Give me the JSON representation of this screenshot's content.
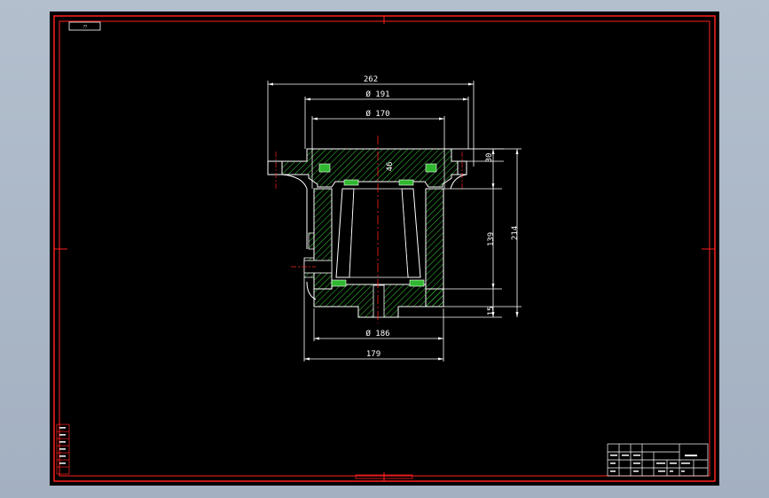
{
  "drawing": {
    "sheet_tag": "??",
    "dimensions": {
      "overall_width": "262",
      "dia_191": "Ø 191",
      "dia_170": "Ø 170",
      "center_dim": "46",
      "top_height": "30",
      "mid_height": "139",
      "total_height": "214",
      "bottom_height": "15",
      "dia_186": "Ø 186",
      "bottom_width": "179"
    }
  },
  "colors": {
    "background": "#000000",
    "frame": "#ff0000",
    "outline": "#ffffff",
    "hatch": "#3ccf3c",
    "seal_fill": "#2fb82f",
    "centerline": "#ff2020"
  }
}
